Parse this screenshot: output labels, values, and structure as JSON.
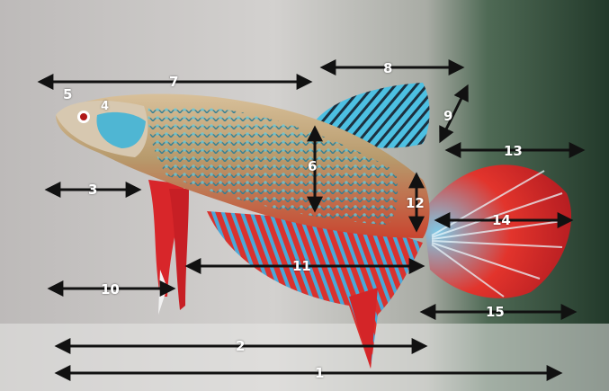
{
  "image": {
    "subject": "betta fish",
    "colors": {
      "background_left": "#c9c6c4",
      "background_right": "#2f4a36",
      "body": "#c69d7a",
      "iridescent_blue": "#3fb3d6",
      "fin_red": "#d8262a",
      "arrow": "#111111",
      "label": "#ffffff"
    }
  },
  "labels": [
    "1",
    "2",
    "3",
    "4",
    "5",
    "6",
    "7",
    "8",
    "9",
    "10",
    "11",
    "12",
    "13",
    "14",
    "15"
  ]
}
